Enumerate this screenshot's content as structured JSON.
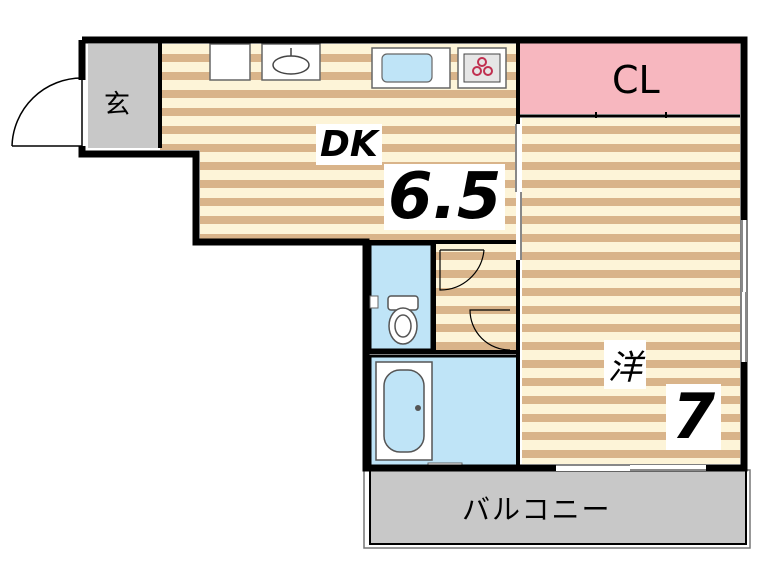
{
  "rooms": {
    "entry": {
      "label": "玄"
    },
    "dk": {
      "label": "DK",
      "size": "6.5"
    },
    "closet": {
      "label": "CL"
    },
    "western": {
      "label": "洋",
      "size": "7"
    },
    "balcony": {
      "label": "バルコニー"
    }
  },
  "colors": {
    "wall": "#000000",
    "floor_light": "#fdf4d8",
    "floor_stripe": "#d9b48a",
    "wet_area": "#bfe4f7",
    "closet": "#f7b7bf",
    "entry_floor": "#c8c8c8",
    "balcony_floor": "#c8c8c8"
  },
  "icons": [
    "door-swing-icon",
    "fridge-icon",
    "sink-icon",
    "stove-icon",
    "toilet-icon",
    "bathtub-icon"
  ]
}
